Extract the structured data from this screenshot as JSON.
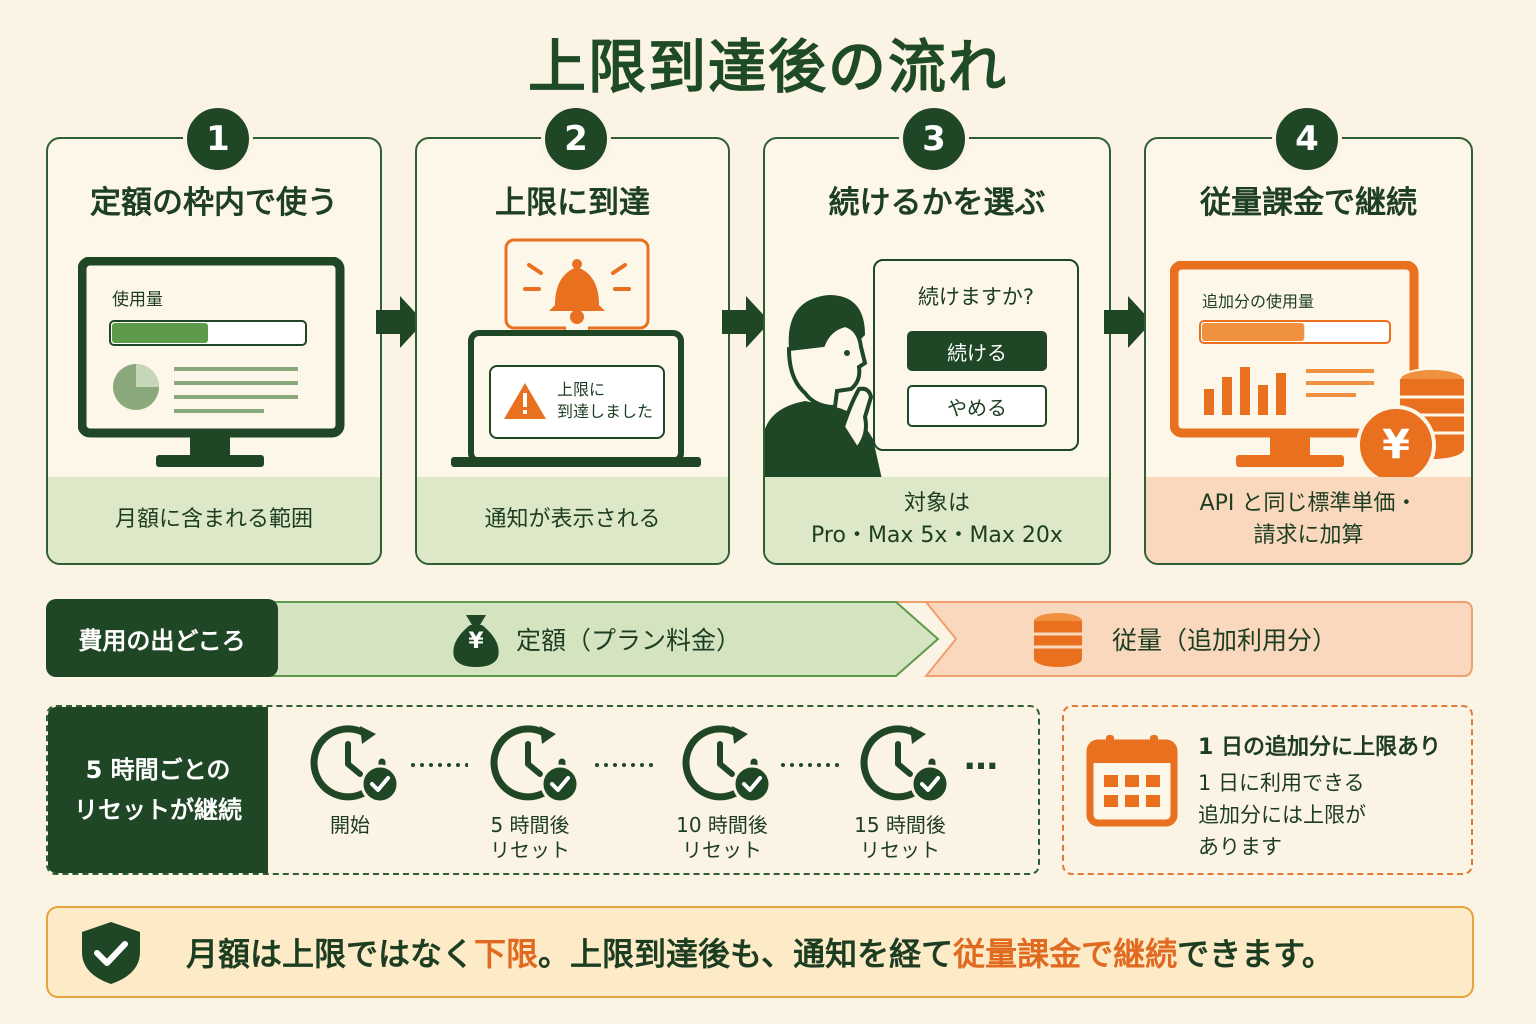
{
  "title": "上限到達後の流れ",
  "steps": [
    {
      "num": "1",
      "heading": "定額の枠内で使う",
      "screen_label": "使用量",
      "usage_fraction": 0.5,
      "foot": "月額に含まれる範囲"
    },
    {
      "num": "2",
      "heading": "上限に到達",
      "alert_line1": "上限に",
      "alert_line2": "到達しました",
      "foot": "通知が表示される"
    },
    {
      "num": "3",
      "heading": "続けるかを選ぶ",
      "question": "続けますか?",
      "continue_btn": "続ける",
      "stop_btn": "やめる",
      "foot_line1": "対象は",
      "foot_line2": "Pro・Max 5x・Max 20x"
    },
    {
      "num": "4",
      "heading": "従量課金で継続",
      "screen_label": "追加分の使用量",
      "usage_fraction": 0.55,
      "yen": "¥",
      "foot_line1": "API と同じ標準単価・",
      "foot_line2": "請求に加算"
    }
  ],
  "cost": {
    "label": "費用の出どころ",
    "flat": "定額（プラン料金）",
    "metered": "従量（追加利用分）",
    "yen": "¥"
  },
  "reset": {
    "label_line1": "5 時間ごとの",
    "label_line2": "リセットが継続",
    "clocks": [
      {
        "line1": "開始",
        "line2": ""
      },
      {
        "line1": "5 時間後",
        "line2": "リセット"
      },
      {
        "line1": "10 時間後",
        "line2": "リセット"
      },
      {
        "line1": "15 時間後",
        "line2": "リセット"
      }
    ],
    "ellipsis": "…"
  },
  "daily_limit": {
    "title": "1 日の追加分に上限あり",
    "line1": "1 日に利用できる",
    "line2": "追加分には上限が",
    "line3": "あります"
  },
  "bottom": {
    "part1": "月額は上限ではなく",
    "hl1": "下限",
    "part2": "。上限到達後も、通知を経て",
    "hl2": "従量課金で継続",
    "part3": "できます。"
  },
  "colors": {
    "green": "#1f4726",
    "light_green": "#dce8c8",
    "orange": "#e8701f",
    "light_orange": "#f9d8bd",
    "bg": "#fbf3e4"
  }
}
